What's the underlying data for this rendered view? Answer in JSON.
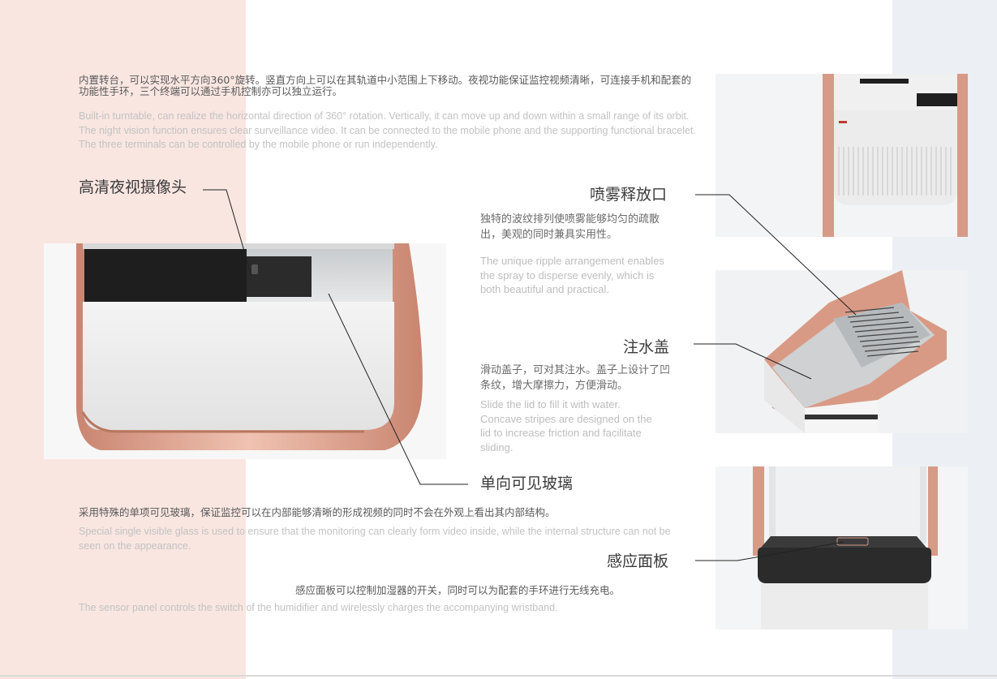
{
  "intro": {
    "cn": "内置转台，可以实现水平方向360°旋转。竖直方向上可以在其轨道中小范围上下移动。夜视功能保证监控视频清晰，可连接手机和配套的功能性手环，三个终端可以通过手机控制亦可以独立运行。",
    "en": "Built-in turntable, can realize the horizontal direction of 360° rotation. Vertically, it can move up and down within a small range of its orbit. The night vision function ensures clear surveillance video. It can be connected to the mobile phone and the supporting functional bracelet. The three terminals can be controlled by the mobile phone or run independently."
  },
  "camera": {
    "title": "高清夜视摄像头"
  },
  "spray": {
    "title": "喷雾释放口",
    "cn": "独特的波纹排列使喷雾能够均匀的疏散出，美观的同时兼具实用性。",
    "en": "The unique ripple arrangement enables the spray to disperse evenly, which is both beautiful and practical."
  },
  "lid": {
    "title": "注水盖",
    "cn": "滑动盖子，可对其注水。盖子上设计了凹条纹，增大摩擦力，方便滑动。",
    "en": "Slide the lid to fill it with water. Concave stripes are designed on the lid to increase friction and facilitate sliding."
  },
  "glass": {
    "title": "单向可见玻璃",
    "cn": "采用特殊的单项可见玻璃，保证监控可以在内部能够清晰的形成视频的同时不会在外观上看出其内部结构。",
    "en": "Special single visible glass is used to ensure that the monitoring can clearly form video inside, while the internal structure can not be seen on the appearance."
  },
  "panel": {
    "title": "感应面板",
    "cn": "感应面板可以控制加湿器的开关，同时可以为配套的手环进行无线充电。",
    "en": "The sensor panel controls the switch of the humidifier and wirelessly charges the accompanying wristband."
  },
  "colors": {
    "rose_gold": "#dc9c86",
    "body_white": "#ececec",
    "dark_band": "#2a2a2a",
    "background_pink": "#f9e6e1",
    "background_blue": "#eceff3"
  }
}
